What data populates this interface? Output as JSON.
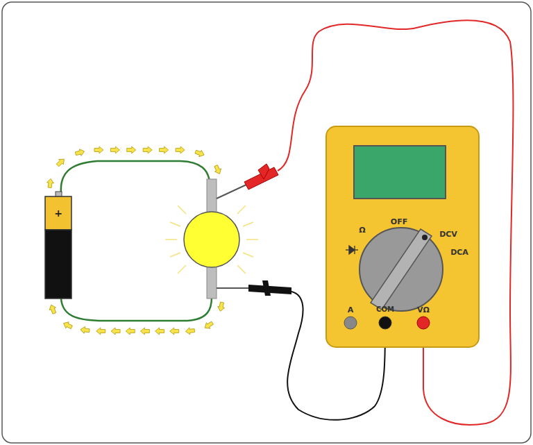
{
  "diagram": {
    "labels": [
      "+",
      "OFF",
      "Ω",
      "DCV",
      "DCA",
      "A",
      "COM",
      "VΩ"
    ]
  }
}
